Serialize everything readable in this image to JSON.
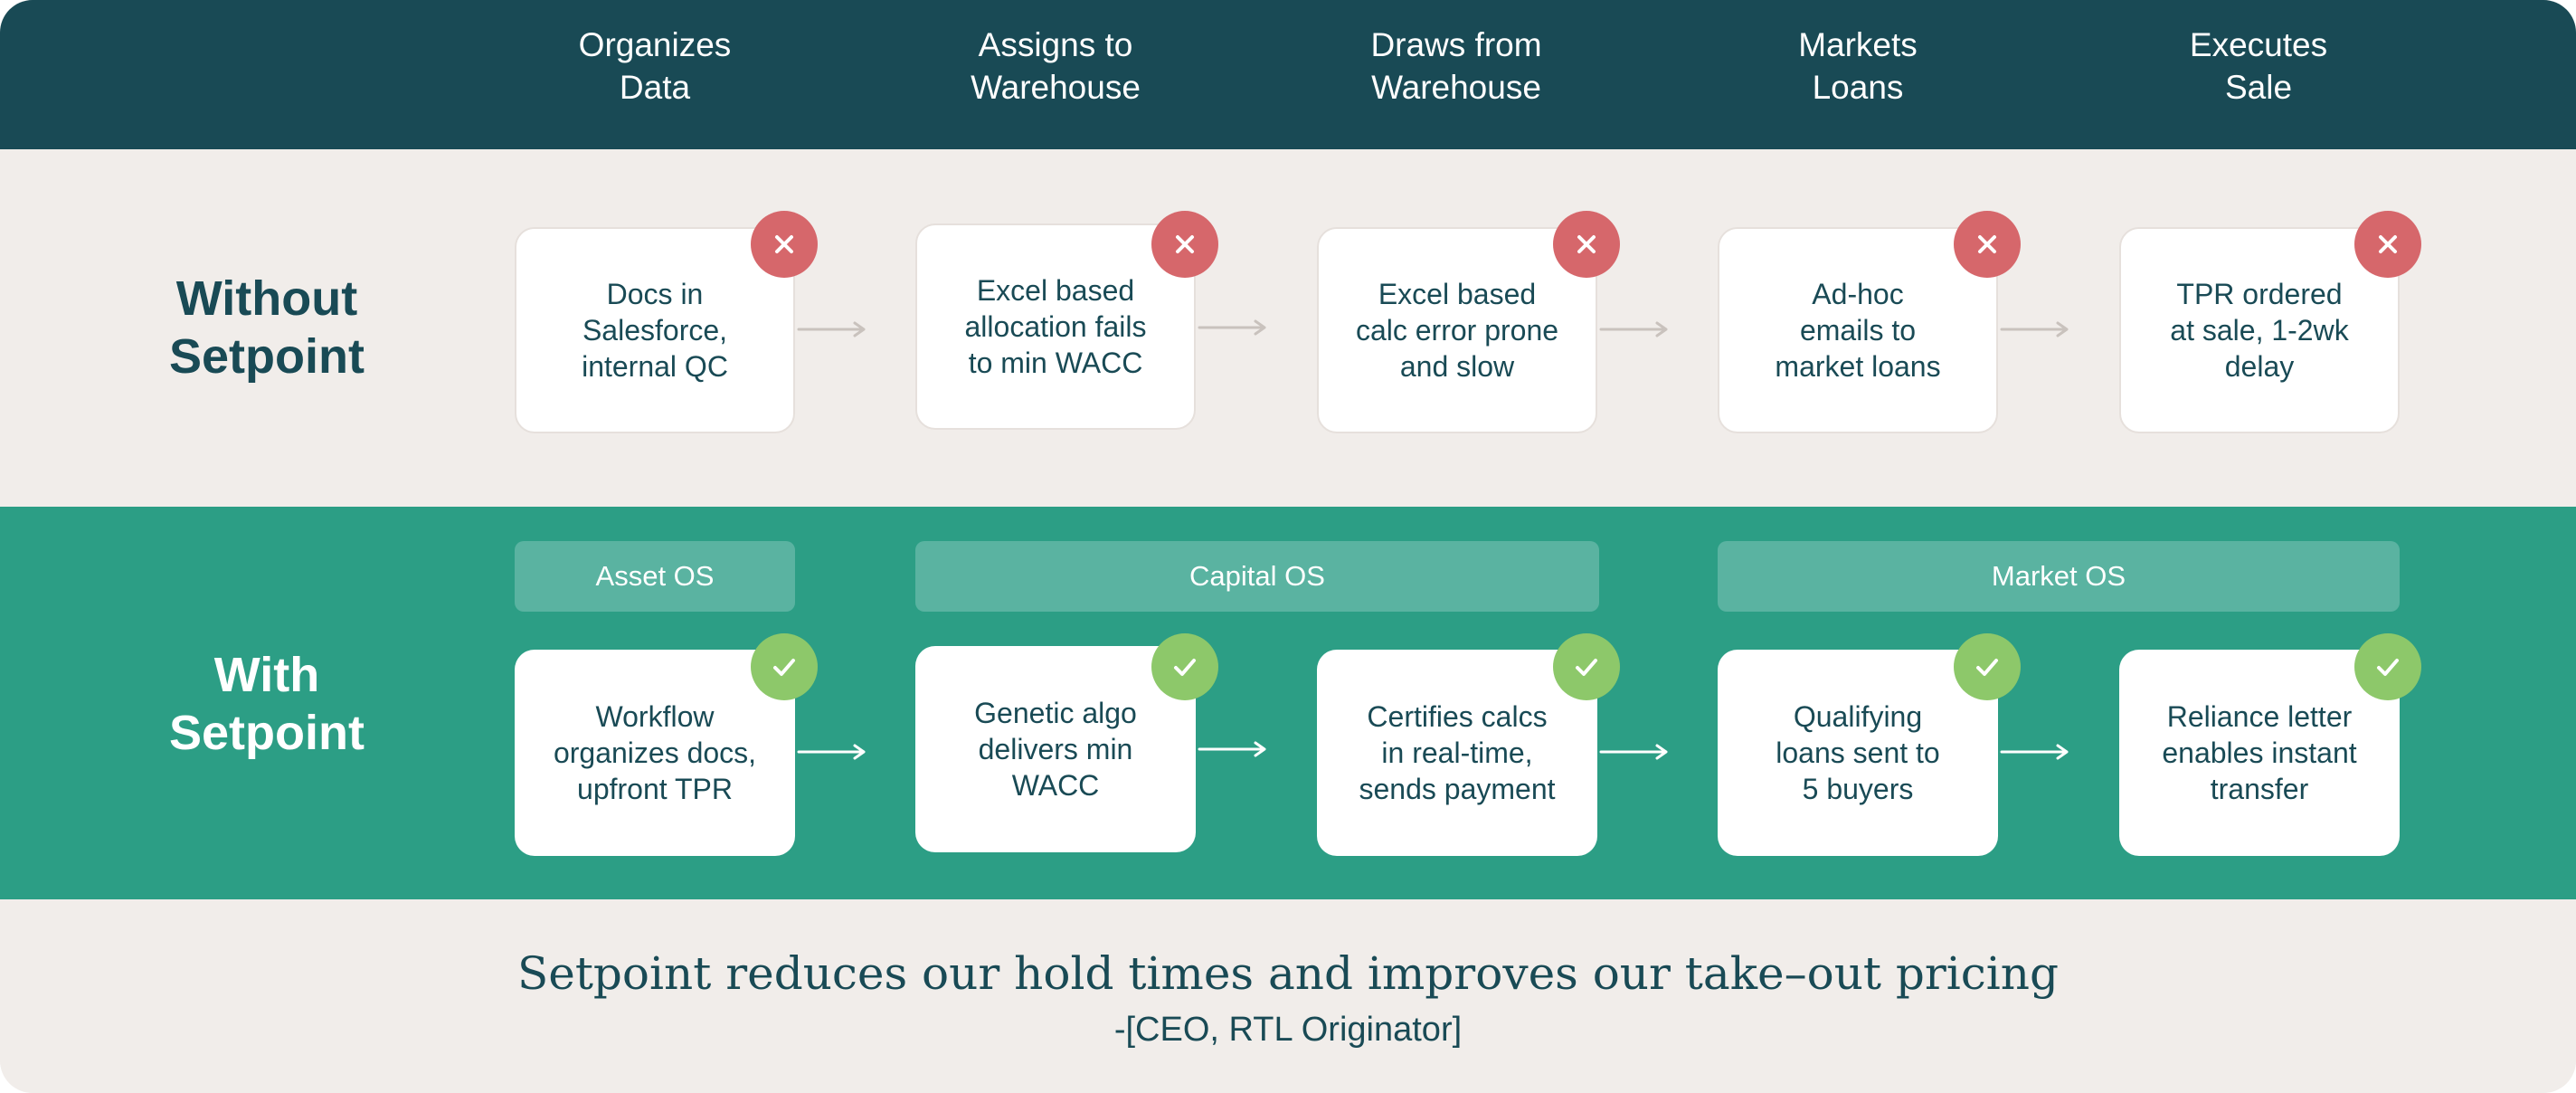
{
  "header": {
    "steps": [
      "Organizes\nData",
      "Assigns to\nWarehouse",
      "Draws from\nWarehouse",
      "Markets\nLoans",
      "Executes\nSale"
    ]
  },
  "without": {
    "label": "Without\nSetpoint",
    "cards": [
      "Docs in\nSalesforce,\ninternal QC",
      "Excel based\nallocation fails\nto min WACC",
      "Excel based\ncalc error prone\nand slow",
      "Ad-hoc\nemails to\nmarket loans",
      "TPR ordered\nat sale, 1-2wk\ndelay"
    ],
    "badge_icon": "x-icon"
  },
  "with": {
    "label": "With\nSetpoint",
    "os_groups": [
      "Asset OS",
      "Capital OS",
      "Market OS"
    ],
    "cards": [
      "Workflow\norganizes docs,\nupfront TPR",
      "Genetic algo\ndelivers min\nWACC",
      "Certifies calcs\nin real-time,\nsends payment",
      "Qualifying\nloans sent to\n5 buyers",
      "Reliance letter\nenables instant\ntransfer"
    ],
    "badge_icon": "check-icon"
  },
  "quote": {
    "text": "Setpoint reduces our hold times and improves our take–out pricing",
    "attribution": "-[CEO, RTL Originator]"
  },
  "colors": {
    "header": "#194a55",
    "neutral_band": "#f1edea",
    "with_band": "#2c9e85",
    "os_pill": "#5ab3a1",
    "x_badge": "#d6676b",
    "check_badge": "#8dc86a"
  }
}
